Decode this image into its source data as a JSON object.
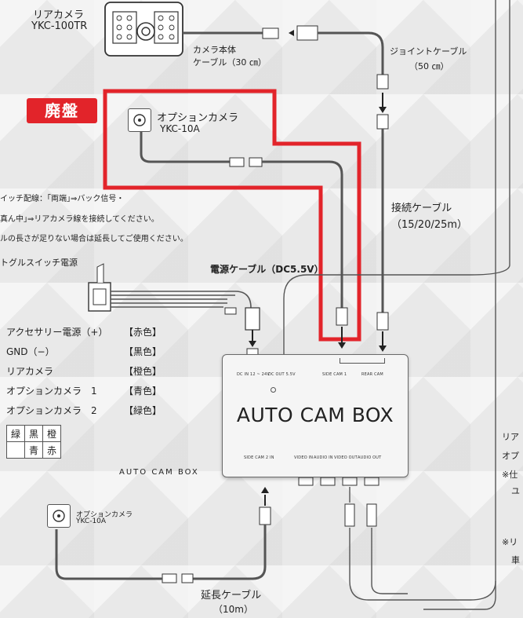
{
  "rear_camera": {
    "label": "リアカメラ",
    "model": "YKC-100TR"
  },
  "camera_cable": {
    "line1": "カメラ本体",
    "line2": "ケーブル（30 ㎝）"
  },
  "joint_cable": {
    "line1": "ジョイントケーブル",
    "line2": "（50 ㎝）"
  },
  "discontinued_badge": "廃盤",
  "option_camera_top": {
    "label": "オプションカメラ",
    "model": "YKC-10A"
  },
  "notes": [
    "イッチ配線：｢両端｣⇒バック信号・",
    "真ん中｣⇒リアカメラ線を接続してください。",
    "ルの長さが足りない場合は延長してご使用ください。"
  ],
  "connection_cable": {
    "line1": "接続ケーブル",
    "line2": "（15/20/25m）"
  },
  "toggle_switch_label": "トグルスイッチ電源",
  "power_cable_label": "電源ケーブル（DC5.5V）",
  "wiring": [
    {
      "name": "アクセサリー電源（+）",
      "color": "【赤色】"
    },
    {
      "name": "GND（−）",
      "color": "【黒色】"
    },
    {
      "name": "リアカメラ",
      "color": "【橙色】"
    },
    {
      "name": "オプションカメラ　1",
      "color": "【青色】"
    },
    {
      "name": "オプションカメラ　2",
      "color": "【緑色】"
    }
  ],
  "color_grid": [
    [
      "緑",
      "黒",
      "橙"
    ],
    [
      "",
      "青",
      "赤"
    ]
  ],
  "box": {
    "title": "AUTO CAM BOX",
    "ports_top": [
      "DC IN 12 ~ 24V",
      "DC OUT 5.5V",
      "SIDE CAM 1",
      "REAR CAM"
    ],
    "ports_bottom": [
      "SIDE CAM 2 IN",
      "VIDEO IN",
      "AUDIO IN",
      "VIDEO OUT",
      "AUDIO OUT"
    ]
  },
  "box_caption": "AUTO CAM BOX",
  "option_camera_bottom": {
    "label": "オプションカメラ",
    "model": "YKC-10A"
  },
  "extension_cable": {
    "line1": "延長ケーブル",
    "line2": "（10m）"
  },
  "right_fragments": [
    "リア",
    "オプ",
    "※仕",
    "ユ",
    "※リ",
    "車"
  ],
  "colors": {
    "accent_red": "#e2242a",
    "badge_bg": "#e2242a",
    "line": "#555555"
  }
}
